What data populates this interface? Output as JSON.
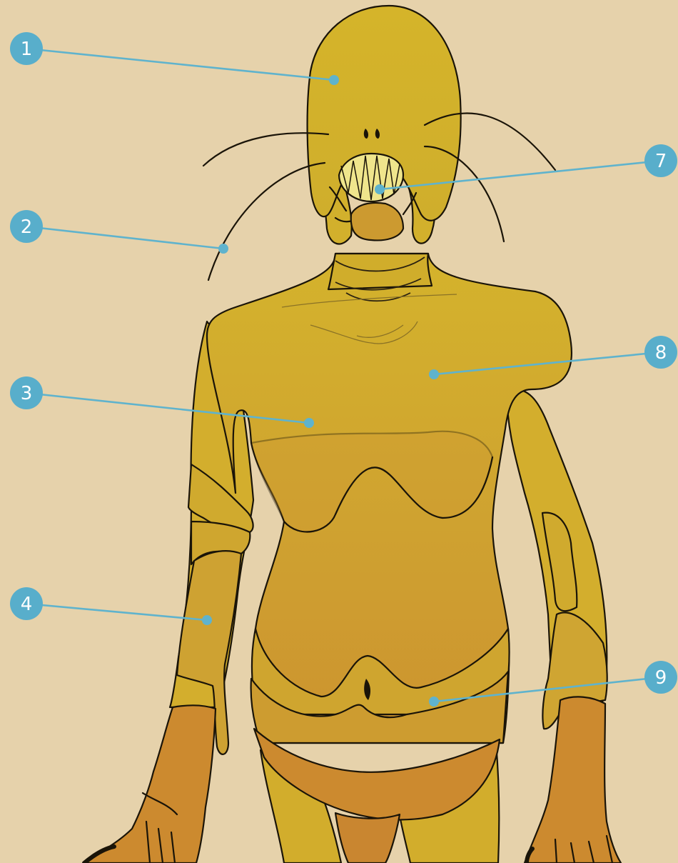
{
  "colors": {
    "background": "#e6d2ab",
    "skin_yellow": "#d2b12b",
    "skin_ochre": "#cf9b33",
    "skin_orange": "#cc8a2f",
    "teeth": "#efe58c",
    "outline": "#1a1408",
    "callout": "#58aecb"
  },
  "callouts": [
    {
      "label": "1"
    },
    {
      "label": "2"
    },
    {
      "label": "3"
    },
    {
      "label": "4"
    },
    {
      "label": "7"
    },
    {
      "label": "8"
    },
    {
      "label": "9"
    }
  ]
}
